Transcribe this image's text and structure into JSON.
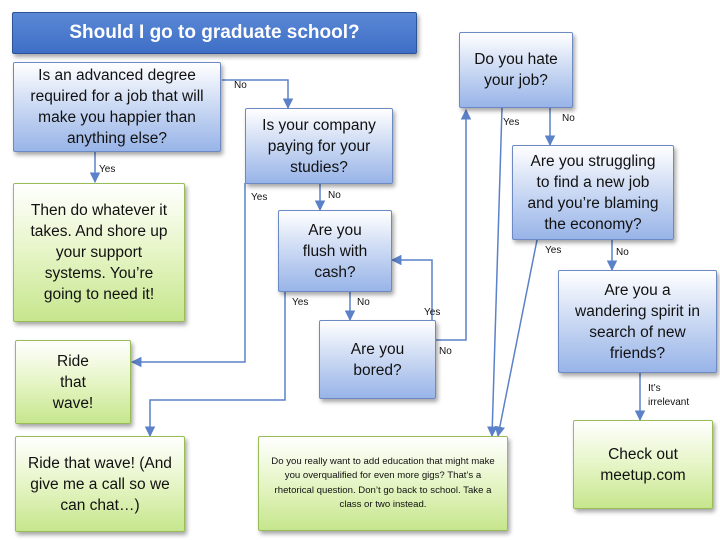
{
  "title": "Should I go to graduate school?",
  "nodes": {
    "q_degree": "Is an advanced degree required for a job that will make you happier than anything else?",
    "a_whatever": "Then do whatever it takes. And shore up your support systems. You’re going to need it!",
    "q_company": "Is your company paying for your studies?",
    "q_flush": "Are you flush with cash?",
    "q_bored": "Are you bored?",
    "a_ride": "Ride that wave!",
    "a_ride_call": "Ride that wave! (And give me a call so we can chat…)",
    "q_hate": "Do you hate your job?",
    "q_struggling": "Are you struggling to find a new job and you’re blaming the economy?",
    "q_wandering": "Are you a wandering spirit in search of new friends?",
    "a_meetup": "Check out meetup.com",
    "a_rhetorical": "Do you really want to add education that might make you overqualified for even more gigs? That’s a rhetorical question. Don’t go back to school. Take a class or two instead."
  },
  "labels": {
    "degree_no": "No",
    "degree_yes": "Yes",
    "company_yes": "Yes",
    "company_no": "No",
    "flush_yes": "Yes",
    "flush_no": "No",
    "bored_yes": "Yes",
    "bored_no": "No",
    "hate_yes": "Yes",
    "hate_no": "No",
    "struggling_yes": "Yes",
    "struggling_no": "No",
    "wandering_irrelevant_1": "It’s",
    "wandering_irrelevant_2": "irrelevant"
  },
  "colors": {
    "question_fill": "#a8c1ec",
    "answer_fill": "#d3ec9f",
    "title_fill": "#4a78cc",
    "connector": "#5b82c8"
  }
}
